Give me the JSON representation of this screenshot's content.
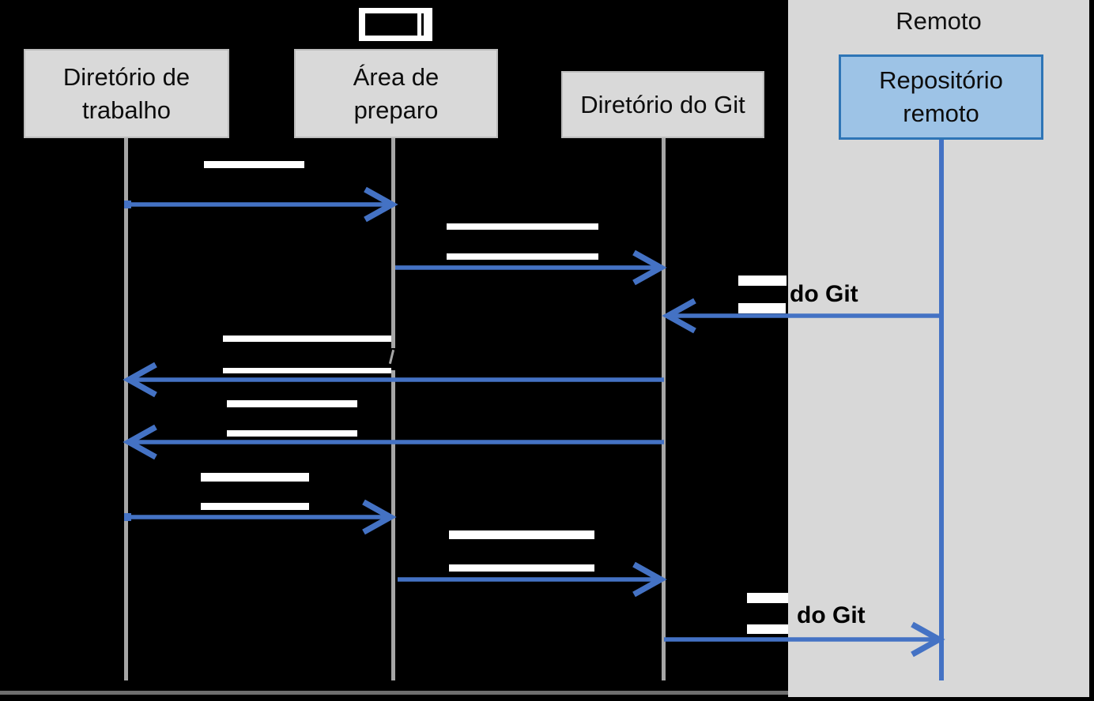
{
  "diagram": {
    "type": "git-workflow-sequence-diagram",
    "local_region": {
      "title_state": "redacted"
    },
    "remote_region": {
      "title": "Remoto"
    },
    "nodes": {
      "working": {
        "label": "Diretório de\ntrabalho"
      },
      "staging": {
        "label": "Área de\npreparo"
      },
      "git": {
        "label": "Diretório do Git"
      },
      "remote": {
        "label": "Repositório\nremoto"
      }
    },
    "arrows": [
      {
        "id": 1,
        "from": "working",
        "to": "staging",
        "label_state": "redacted"
      },
      {
        "id": 2,
        "from": "staging",
        "to": "git",
        "label_state": "redacted"
      },
      {
        "id": 3,
        "from": "remote",
        "to": "git",
        "label_state": "partially-redacted",
        "visible_label": "do Git"
      },
      {
        "id": 4,
        "from": "git",
        "to": "working",
        "label_state": "redacted"
      },
      {
        "id": 5,
        "from": "git",
        "to": "working",
        "label_state": "redacted"
      },
      {
        "id": 6,
        "from": "working",
        "to": "staging",
        "label_state": "redacted"
      },
      {
        "id": 7,
        "from": "staging",
        "to": "git",
        "label_state": "redacted"
      },
      {
        "id": 8,
        "from": "git",
        "to": "remote",
        "label_state": "partially-redacted",
        "visible_label": "do Git"
      }
    ],
    "colors": {
      "background": "#000000",
      "remote_panel": "#D8D8D8",
      "node_fill": "#D9D9D9",
      "node_border": "#BDBDBD",
      "remote_node_fill": "#9DC3E6",
      "remote_node_border": "#2E75B6",
      "arrow": "#4472C4",
      "lifeline": "#A6A6A6",
      "redaction_bar": "#FFFFFF"
    }
  }
}
